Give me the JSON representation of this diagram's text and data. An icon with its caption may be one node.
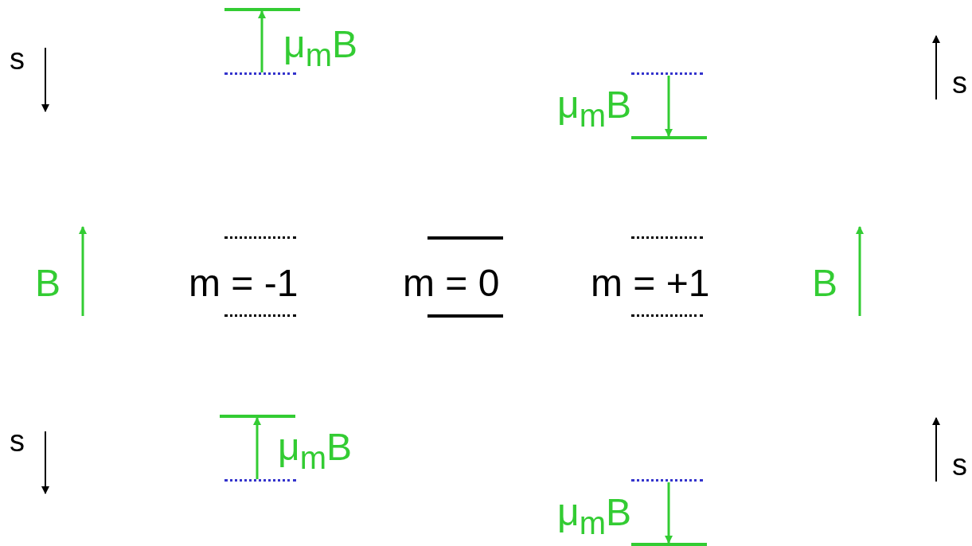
{
  "diagram": {
    "nodes": [
      {
        "text": [],
        "shape": "bar"
      },
      {
        "text": [],
        "shape": "bar"
      },
      {
        "text": [],
        "shape": "bar"
      },
      {
        "text": [],
        "shape": "bar"
      },
      {
        "text": [],
        "shape": "bar"
      },
      {
        "text": [],
        "shape": "bar"
      },
      {
        "text": [],
        "shape": "bar"
      },
      {
        "text": [],
        "shape": "bar"
      },
      {
        "text": [],
        "shape": "bar"
      },
      {
        "text": [],
        "shape": "bar"
      },
      {
        "text": [],
        "shape": "bar"
      },
      {
        "text": [],
        "shape": "bar"
      },
      {
        "text": [],
        "shape": "bar"
      },
      {
        "text": [],
        "shape": "bar"
      }
    ],
    "edges": [
      {
        "from": 1,
        "to": 0,
        "arrow": "to",
        "label": "μ$_{m}$B"
      },
      {
        "from": 2,
        "to": 3,
        "arrow": "to",
        "label": "μ$_{m}$B"
      },
      {
        "from": 11,
        "to": 10,
        "arrow": "to",
        "label": "μ$_{m}$B"
      },
      {
        "from": 12,
        "to": 13,
        "arrow": "to",
        "label": "μ$_{m}$B"
      }
    ],
    "labels": [
      "s",
      "s",
      "B",
      "m = -1",
      "m = 0",
      "m = +1",
      "B",
      "s",
      "s"
    ]
  }
}
